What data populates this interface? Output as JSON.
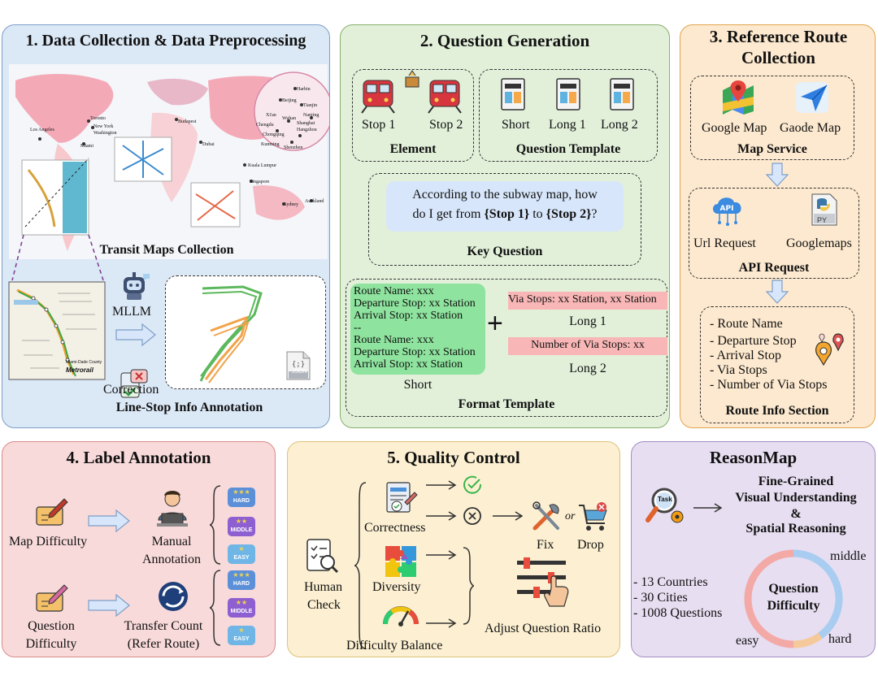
{
  "colors": {
    "panel1_bg": "#dbe8f6",
    "panel1_border": "#7d9ec6",
    "panel2_bg": "#e2f0da",
    "panel2_border": "#86b06b",
    "panel3_bg": "#fde9cf",
    "panel3_border": "#e1a44b",
    "panel4_bg": "#f9dada",
    "panel4_border": "#d98a8a",
    "panel5_bg": "#fdf0d2",
    "panel5_border": "#dcc27a",
    "panel6_bg": "#e7def1",
    "panel6_border": "#a48dc4",
    "accent_green": "#8ee39e",
    "accent_pink": "#f8b7b6",
    "accent_blue": "#d7e6fa"
  },
  "p1": {
    "title": "1. Data Collection & Data Preprocessing",
    "maps_caption": "Transit Maps Collection",
    "cities": [
      "Los Angeles",
      "Toronto",
      "New York",
      "Washington",
      "Miami",
      "Budapest",
      "Dubai",
      "Kuala Lumpur",
      "Singapore",
      "Sydney",
      "Auckland",
      "Harbin",
      "Beijing",
      "Tianjin",
      "Xi'an",
      "Wuhan",
      "Chengdu",
      "Shanghai",
      "Hangzhou",
      "Nanjing",
      "Shenzhen",
      "Chongqing",
      "Kunming"
    ],
    "mllm": "MLLM",
    "correction": "Correction",
    "json": "JSON",
    "annotation_caption": "Line-Stop Info Annotation",
    "metro_logo": "Metrorail",
    "metro_small": "Miami-Dade County"
  },
  "p2": {
    "title": "2. Question Generation",
    "stop1": "Stop 1",
    "stop2": "Stop 2",
    "element": "Element",
    "short": "Short",
    "long1": "Long 1",
    "long2": "Long 2",
    "template": "Question Template",
    "q_pre": "According to the subway map, how",
    "q_do": "do I get from ",
    "q_s1": "{Stop 1}",
    "q_to": " to ",
    "q_s2": "{Stop 2}",
    "q_end": "?",
    "key_question": "Key Question",
    "fmt_lines": [
      "Route Name: xxx",
      "Departure Stop: xx Station",
      "Arrival Stop: xx Station",
      "--",
      "Route Name: xxx",
      "Departure Stop: xx Station",
      "Arrival Stop: xx Station"
    ],
    "plus": "+",
    "via_stops": "Via Stops: xx Station, xx Station",
    "num_via": "Number of Via Stops: xx",
    "format_short": "Short",
    "format_long1": "Long 1",
    "format_long2": "Long 2",
    "format_template": "Format Template"
  },
  "p3": {
    "title_l1": "3. Reference Route",
    "title_l2": "Collection",
    "google_map": "Google Map",
    "gaode_map": "Gaode Map",
    "map_service": "Map Service",
    "api": "API",
    "py": "PY",
    "url_request": "Url Request",
    "googlemaps": "Googlemaps",
    "api_request": "API Request",
    "route_items": [
      "- Route Name",
      "- Departure Stop",
      "- Arrival Stop",
      "- Via Stops",
      "- Number of Via Stops"
    ],
    "route_info": "Route Info Section"
  },
  "p4": {
    "title": "4. Label Annotation",
    "map_difficulty": "Map Difficulty",
    "manual_l1": "Manual",
    "manual_l2": "Annotation",
    "qd_l1": "Question",
    "qd_l2": "Difficulty",
    "transfer_l1": "Transfer Count",
    "transfer_l2": "(Refer Route)",
    "hard": "HARD",
    "middle": "MIDDLE",
    "easy": "EASY"
  },
  "p5": {
    "title": "5. Quality Control",
    "human_l1": "Human",
    "human_l2": "Check",
    "correctness": "Correctness",
    "diversity": "Diversity",
    "difficulty_balance": "Difficulty Balance",
    "fix": "Fix",
    "or": "or",
    "drop": "Drop",
    "adjust": "Adjust Question Ratio"
  },
  "p6": {
    "title": "ReasonMap",
    "task": "Task",
    "fg_l1": "Fine-Grained",
    "fg_l2": "Visual Understanding",
    "fg_l3": "&",
    "fg_l4": "Spatial Reasoning",
    "stats": [
      "- 13 Countries",
      "- 30 Cities",
      "- 1008 Questions"
    ],
    "donut_l1": "Question",
    "donut_l2": "Difficulty",
    "middle": "middle",
    "easy": "easy",
    "hard": "hard"
  },
  "chart_data": {
    "type": "pie",
    "categories": [
      "middle",
      "hard",
      "easy"
    ],
    "values": [
      0.4,
      0.1,
      0.5
    ],
    "colors": [
      "#a9cdf0",
      "#f6c99a",
      "#f3a9a6"
    ]
  }
}
